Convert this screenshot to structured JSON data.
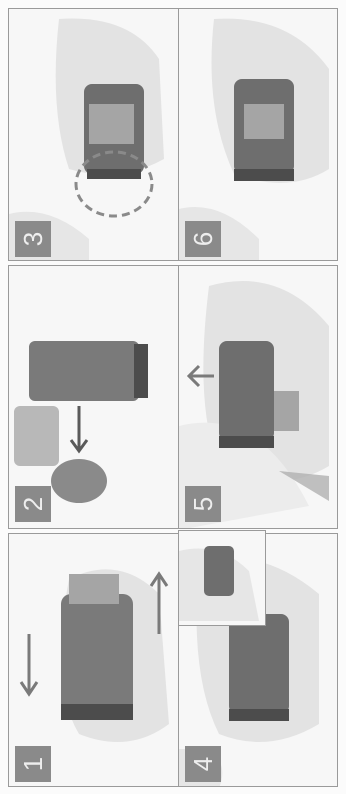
{
  "steps": [
    {
      "number": "1"
    },
    {
      "number": "2"
    },
    {
      "number": "3"
    },
    {
      "number": "4"
    },
    {
      "number": "5"
    },
    {
      "number": "6"
    }
  ],
  "colors": {
    "badge": "#8a8a8a",
    "badge_text": "#eeeeee",
    "canister": "#6e6e6e",
    "canister_dark": "#4c4c4c",
    "hand": "#e3e3e3",
    "mouthpiece": "#a5a5a5",
    "panel_border": "#9a9a9a"
  }
}
